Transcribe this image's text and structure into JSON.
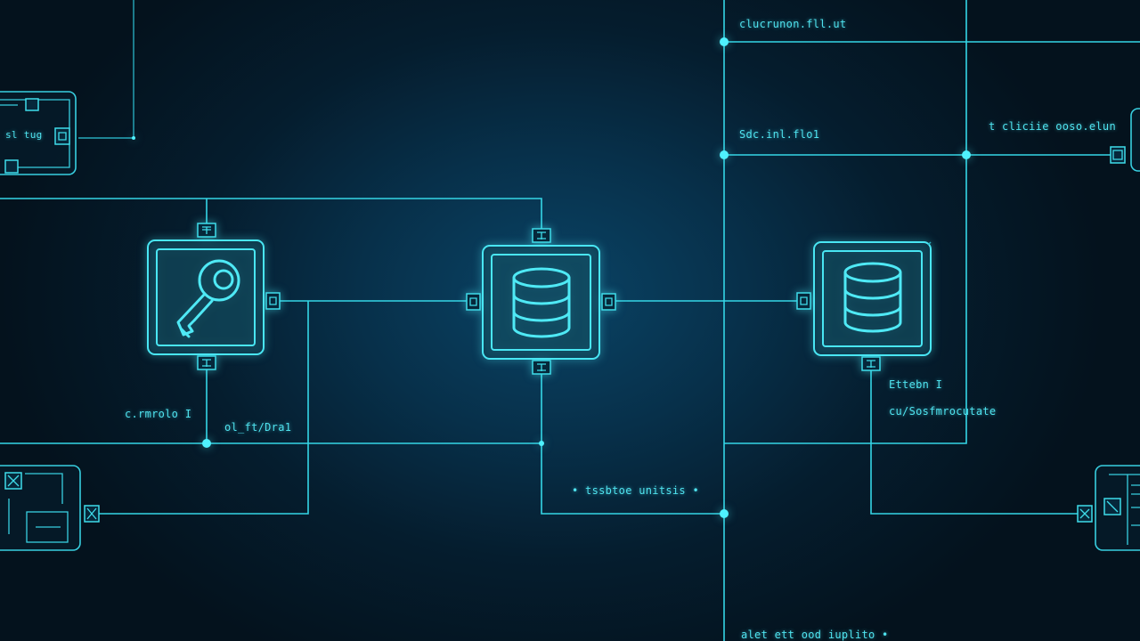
{
  "labels": {
    "top_right_1": "clucrunon.fll.ut",
    "mid_right_1": "Sdc.inl.flo1",
    "far_right": "t cliciie ooso.elun",
    "left_mid": "c.rmrolo I",
    "center_left": "ol_ft/Dra1",
    "right_node_1": "Ettebn I",
    "right_node_2": "cu/Sosfmrocutate",
    "center_bottom": "• tssbtoe unitsis •",
    "top_left_mini": "sl  tug",
    "bottom": "alet ett ood iuplito •"
  },
  "nodes": [
    {
      "id": "key",
      "icon": "key-icon"
    },
    {
      "id": "db-center",
      "icon": "database-icon"
    },
    {
      "id": "db-right",
      "icon": "database-icon"
    }
  ],
  "colors": {
    "line": "#35d6e6",
    "glow": "#49e6f3",
    "background": "#051d2e"
  }
}
